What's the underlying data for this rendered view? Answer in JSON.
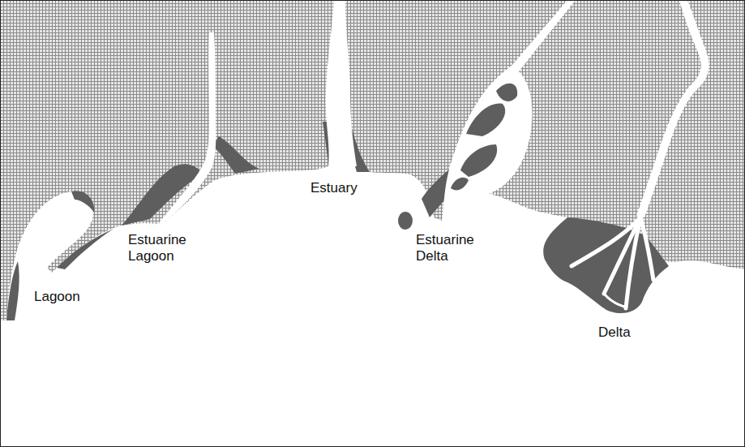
{
  "diagram": {
    "labels": [
      "Lagoon",
      "Estuarine Lagoon",
      "Estuary",
      "Estuarine Delta",
      "Delta"
    ]
  }
}
